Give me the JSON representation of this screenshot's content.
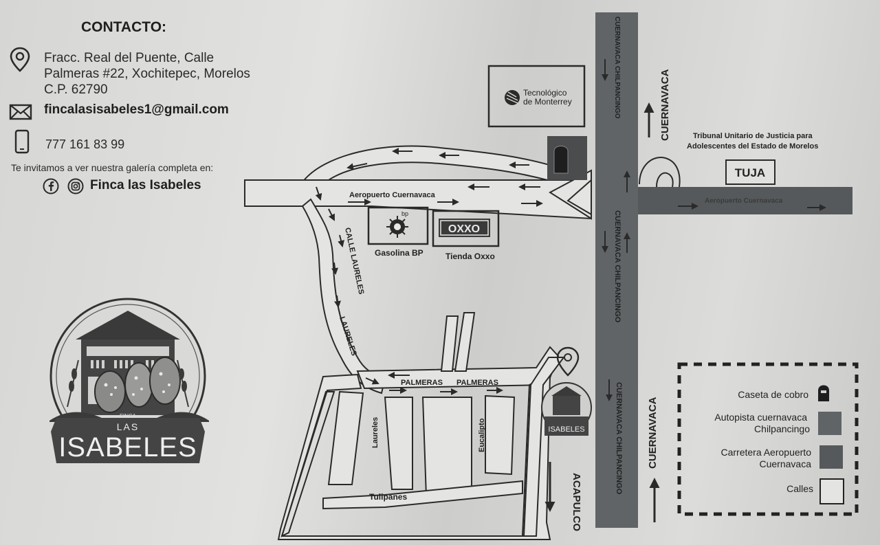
{
  "contact": {
    "title": "CONTACTO:",
    "address": "Fracc.  Real del Puente, Calle Palmeras #22, Xochitepec, Morelos C.P. 62790",
    "email": "fincalasisabeles1@gmail.com",
    "phone": "777 161 83 99",
    "invite": "Te invitamos a ver nuestra galería completa en:",
    "social_name": "Finca las Isabeles",
    "icons": [
      "location-pin-icon",
      "envelope-icon",
      "phone-icon",
      "facebook-icon",
      "instagram-icon"
    ]
  },
  "logo": {
    "small_text": "FINCA",
    "las": "LAS",
    "name": "ISABELES"
  },
  "map": {
    "roads": {
      "autopista_top": "CUERNAVACA CHILPANCINGO",
      "autopista_mid": "CUERNAVACA CHILPANCINGO",
      "autopista_bottom": "CUERNAVACA CHILPANCINGO",
      "aeropuerto_left": "Aeropuerto Cuernavaca",
      "aeropuerto_right": "Aeropuerto Cuernavaca",
      "calle_laureles": "CALLE LAURELES",
      "laureles": "LAURELES",
      "palmeras_1": "PALMERAS",
      "palmeras_2": "PALMERAS",
      "laureles_street": "Laureles",
      "eucalipto": "Eucalipto",
      "tulipanes": "Tulipanes"
    },
    "directions": {
      "cuernavaca_top": "CUERNAVACA",
      "cuernavaca_bottom": "CUERNAVACA",
      "acapulco": "ACAPULCO"
    },
    "landmarks": {
      "tec_line1": "Tecnológico",
      "tec_line2": "de Monterrey",
      "tribunal_line1": "Tribunal Unitario de Justicia para",
      "tribunal_line2": "Adolescentes del Estado de Morelos",
      "tuja": "TUJA",
      "bp_logo": "bp",
      "gasolina": "Gasolina BP",
      "oxxo_logo": "OXXO",
      "tienda": "Tienda Oxxo"
    },
    "legend": {
      "caseta": "Caseta de cobro",
      "autopista_line1": "Autopista cuernavaca",
      "autopista_line2": "Chilpancingo",
      "carretera_line1": "Carretera Aeropuerto",
      "carretera_line2": "Cuernavaca",
      "calles": "Calles"
    },
    "colors": {
      "autopista": "#606466",
      "carretera": "#56595b",
      "calle_fill": "#e4e4e2",
      "ink": "#2a2a2a"
    }
  }
}
